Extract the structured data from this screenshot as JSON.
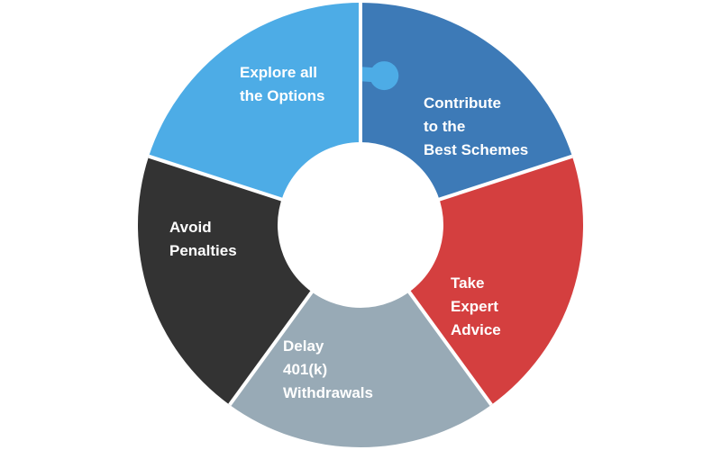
{
  "segments": [
    {
      "lines": [
        "Explore all",
        "the Options"
      ],
      "color": "#3d7ab7"
    },
    {
      "lines": [
        "Contribute",
        "to the",
        "Best Schemes"
      ],
      "color": "#d43f3f"
    },
    {
      "lines": [
        "Take",
        "Expert",
        "Advice"
      ],
      "color": "#98aab6"
    },
    {
      "lines": [
        "Delay",
        "401(k)",
        "Withdrawals"
      ],
      "color": "#333333"
    },
    {
      "lines": [
        "Avoid",
        "Penalties"
      ],
      "color": "#4dace6"
    }
  ]
}
